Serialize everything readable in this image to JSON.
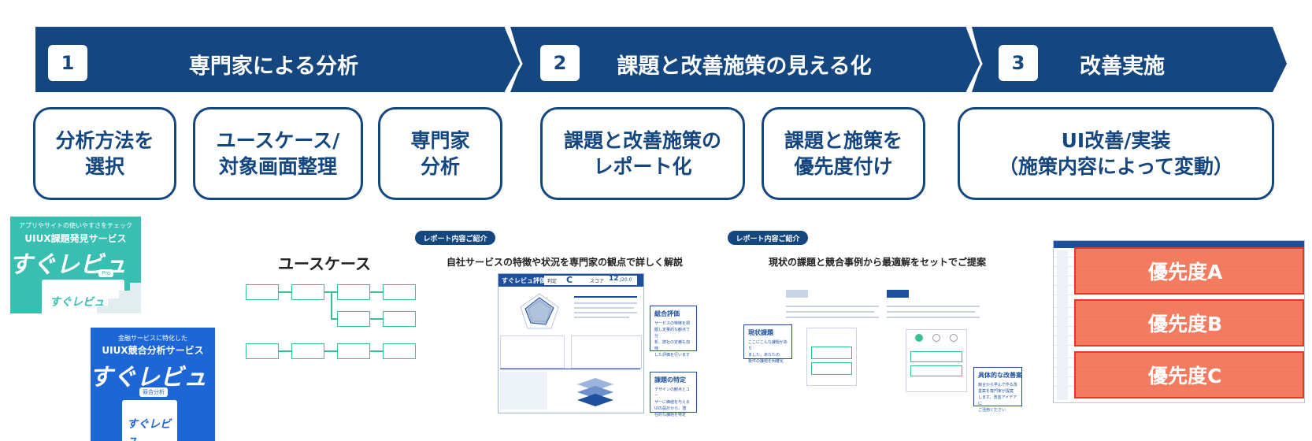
{
  "header": {
    "steps": [
      {
        "number": "1",
        "title": "専門家による分析"
      },
      {
        "number": "2",
        "title": "課題と改善施策の見える化"
      },
      {
        "number": "3",
        "title": "改善実施"
      }
    ],
    "color": "#14467f"
  },
  "process_boxes": [
    "分析方法を\n選択",
    "ユースケース/\n対象画面整理",
    "専門家\n分析",
    "課題と改善施策の\nレポート化",
    "課題と施策を\n優先度付け",
    "UI改善/実装\n（施策内容によって変動）"
  ],
  "cards": {
    "card1": {
      "subtitle": "アプリやサイトの使いやすさをチェック",
      "title": "UIUX課題発見サービス",
      "logo": "すぐレビュ",
      "badge": "Pro",
      "color": "#39bfb2"
    },
    "card2": {
      "subtitle": "金融サービスに特化した",
      "title": "UIUX競合分析サービス",
      "logo": "すぐレビュ",
      "badge": "競合分析",
      "color": "#1d66d6"
    }
  },
  "usecase": {
    "title": "ユースケース"
  },
  "report1": {
    "pill": "レポート内容ご紹介",
    "heading": "自社サービスの特徴や状況を専門家の観点で詳しく解説",
    "score_title": "すぐレビュ評価",
    "grade_label": "判定",
    "grade": "C",
    "score_label": "スコア",
    "score": "12",
    "score_max": "/20.0",
    "note1_title": "総合評価",
    "note1_text": "サービスの特徴を把\n握し定量的な観点で分\n析。弊社の定義も加味\nした評価を行います",
    "note2_title": "課題の特定",
    "note2_text": "デザインの観点とユー\nザーに価値を与える\nUIの設計から、潜\n在的な課題を特定"
  },
  "report2": {
    "pill": "レポート内容ご紹介",
    "heading": "現状の課題と競合事例から最適解をセットでご提案",
    "note1_title": "現状課題",
    "note1_text": "ここにこんな課題があり\nました。あなたの\n要件の課題を明確化",
    "note2_title": "具体的な改善案",
    "note2_text": "競合から学んで作る改\n善案を専門家が提案\nします。改善アイデアに\nご活用ください"
  },
  "priorities": [
    "優先度A",
    "優先度B",
    "優先度C"
  ],
  "colors": {
    "brand": "#14467f",
    "accent_green": "#3cbf8f",
    "priority_red": "#e03a26"
  }
}
